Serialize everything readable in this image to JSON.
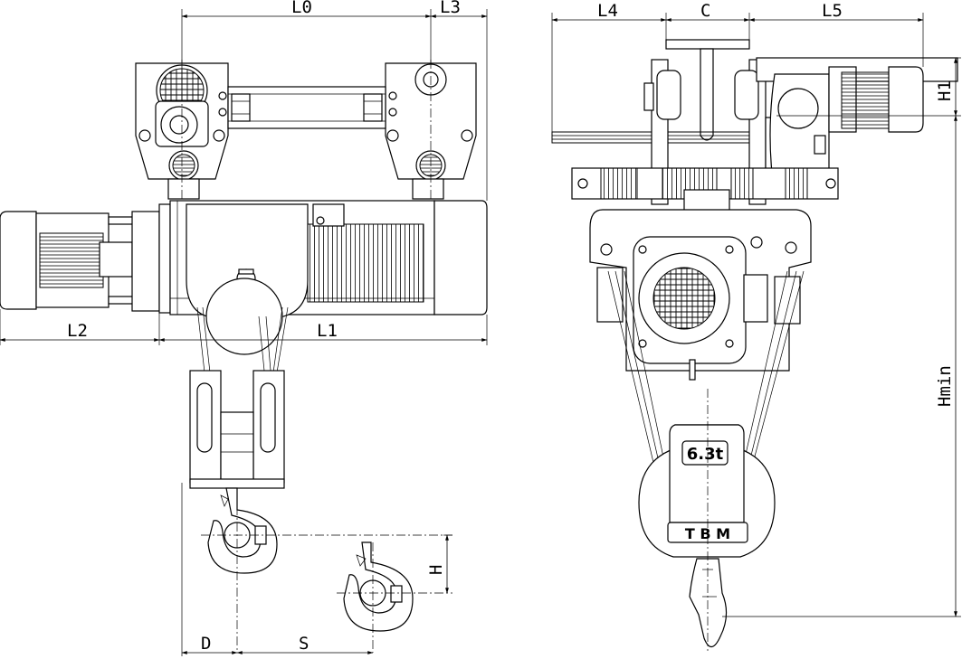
{
  "dimensions": {
    "L0": "L0",
    "L3": "L3",
    "L4": "L4",
    "C": "C",
    "L5": "L5",
    "H1": "H1",
    "L2": "L2",
    "L1": "L1",
    "Hmin": "Hmin",
    "H": "H",
    "D": "D",
    "S": "S"
  },
  "labels": {
    "capacity": "6.3t",
    "brand": "T B M"
  }
}
